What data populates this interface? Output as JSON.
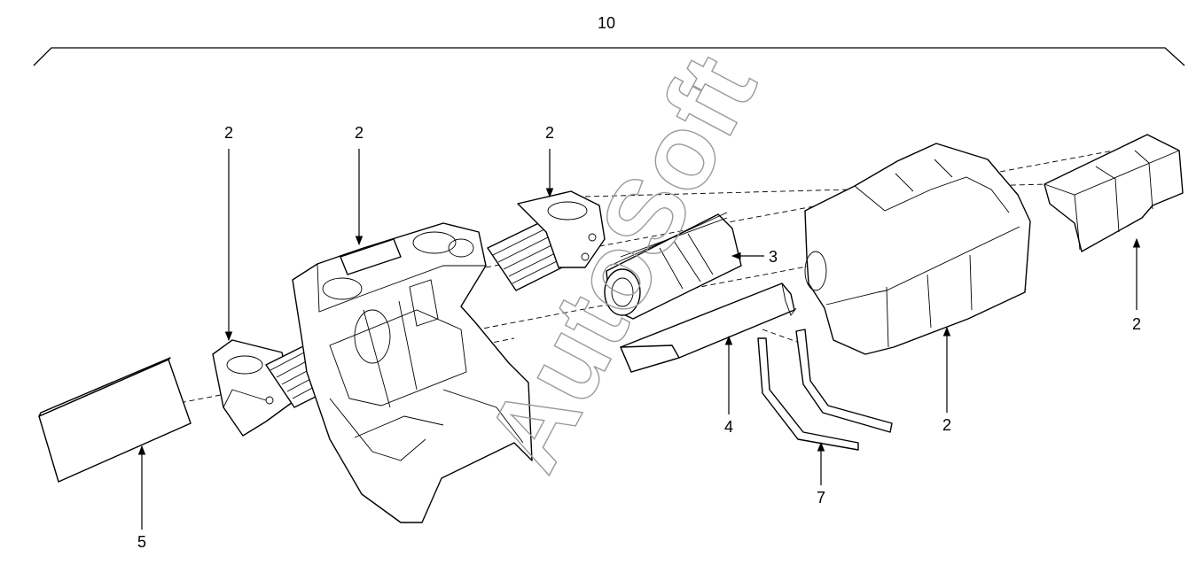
{
  "watermark": "AutoSoft",
  "callouts": {
    "assembly": "10",
    "left_cap": "2",
    "top_left_housing": "2",
    "center_cap": "2",
    "bobbin": "3",
    "plate": "4",
    "left_block": "5",
    "right_housing": "2",
    "pipes": "7",
    "right_cap": "2"
  }
}
